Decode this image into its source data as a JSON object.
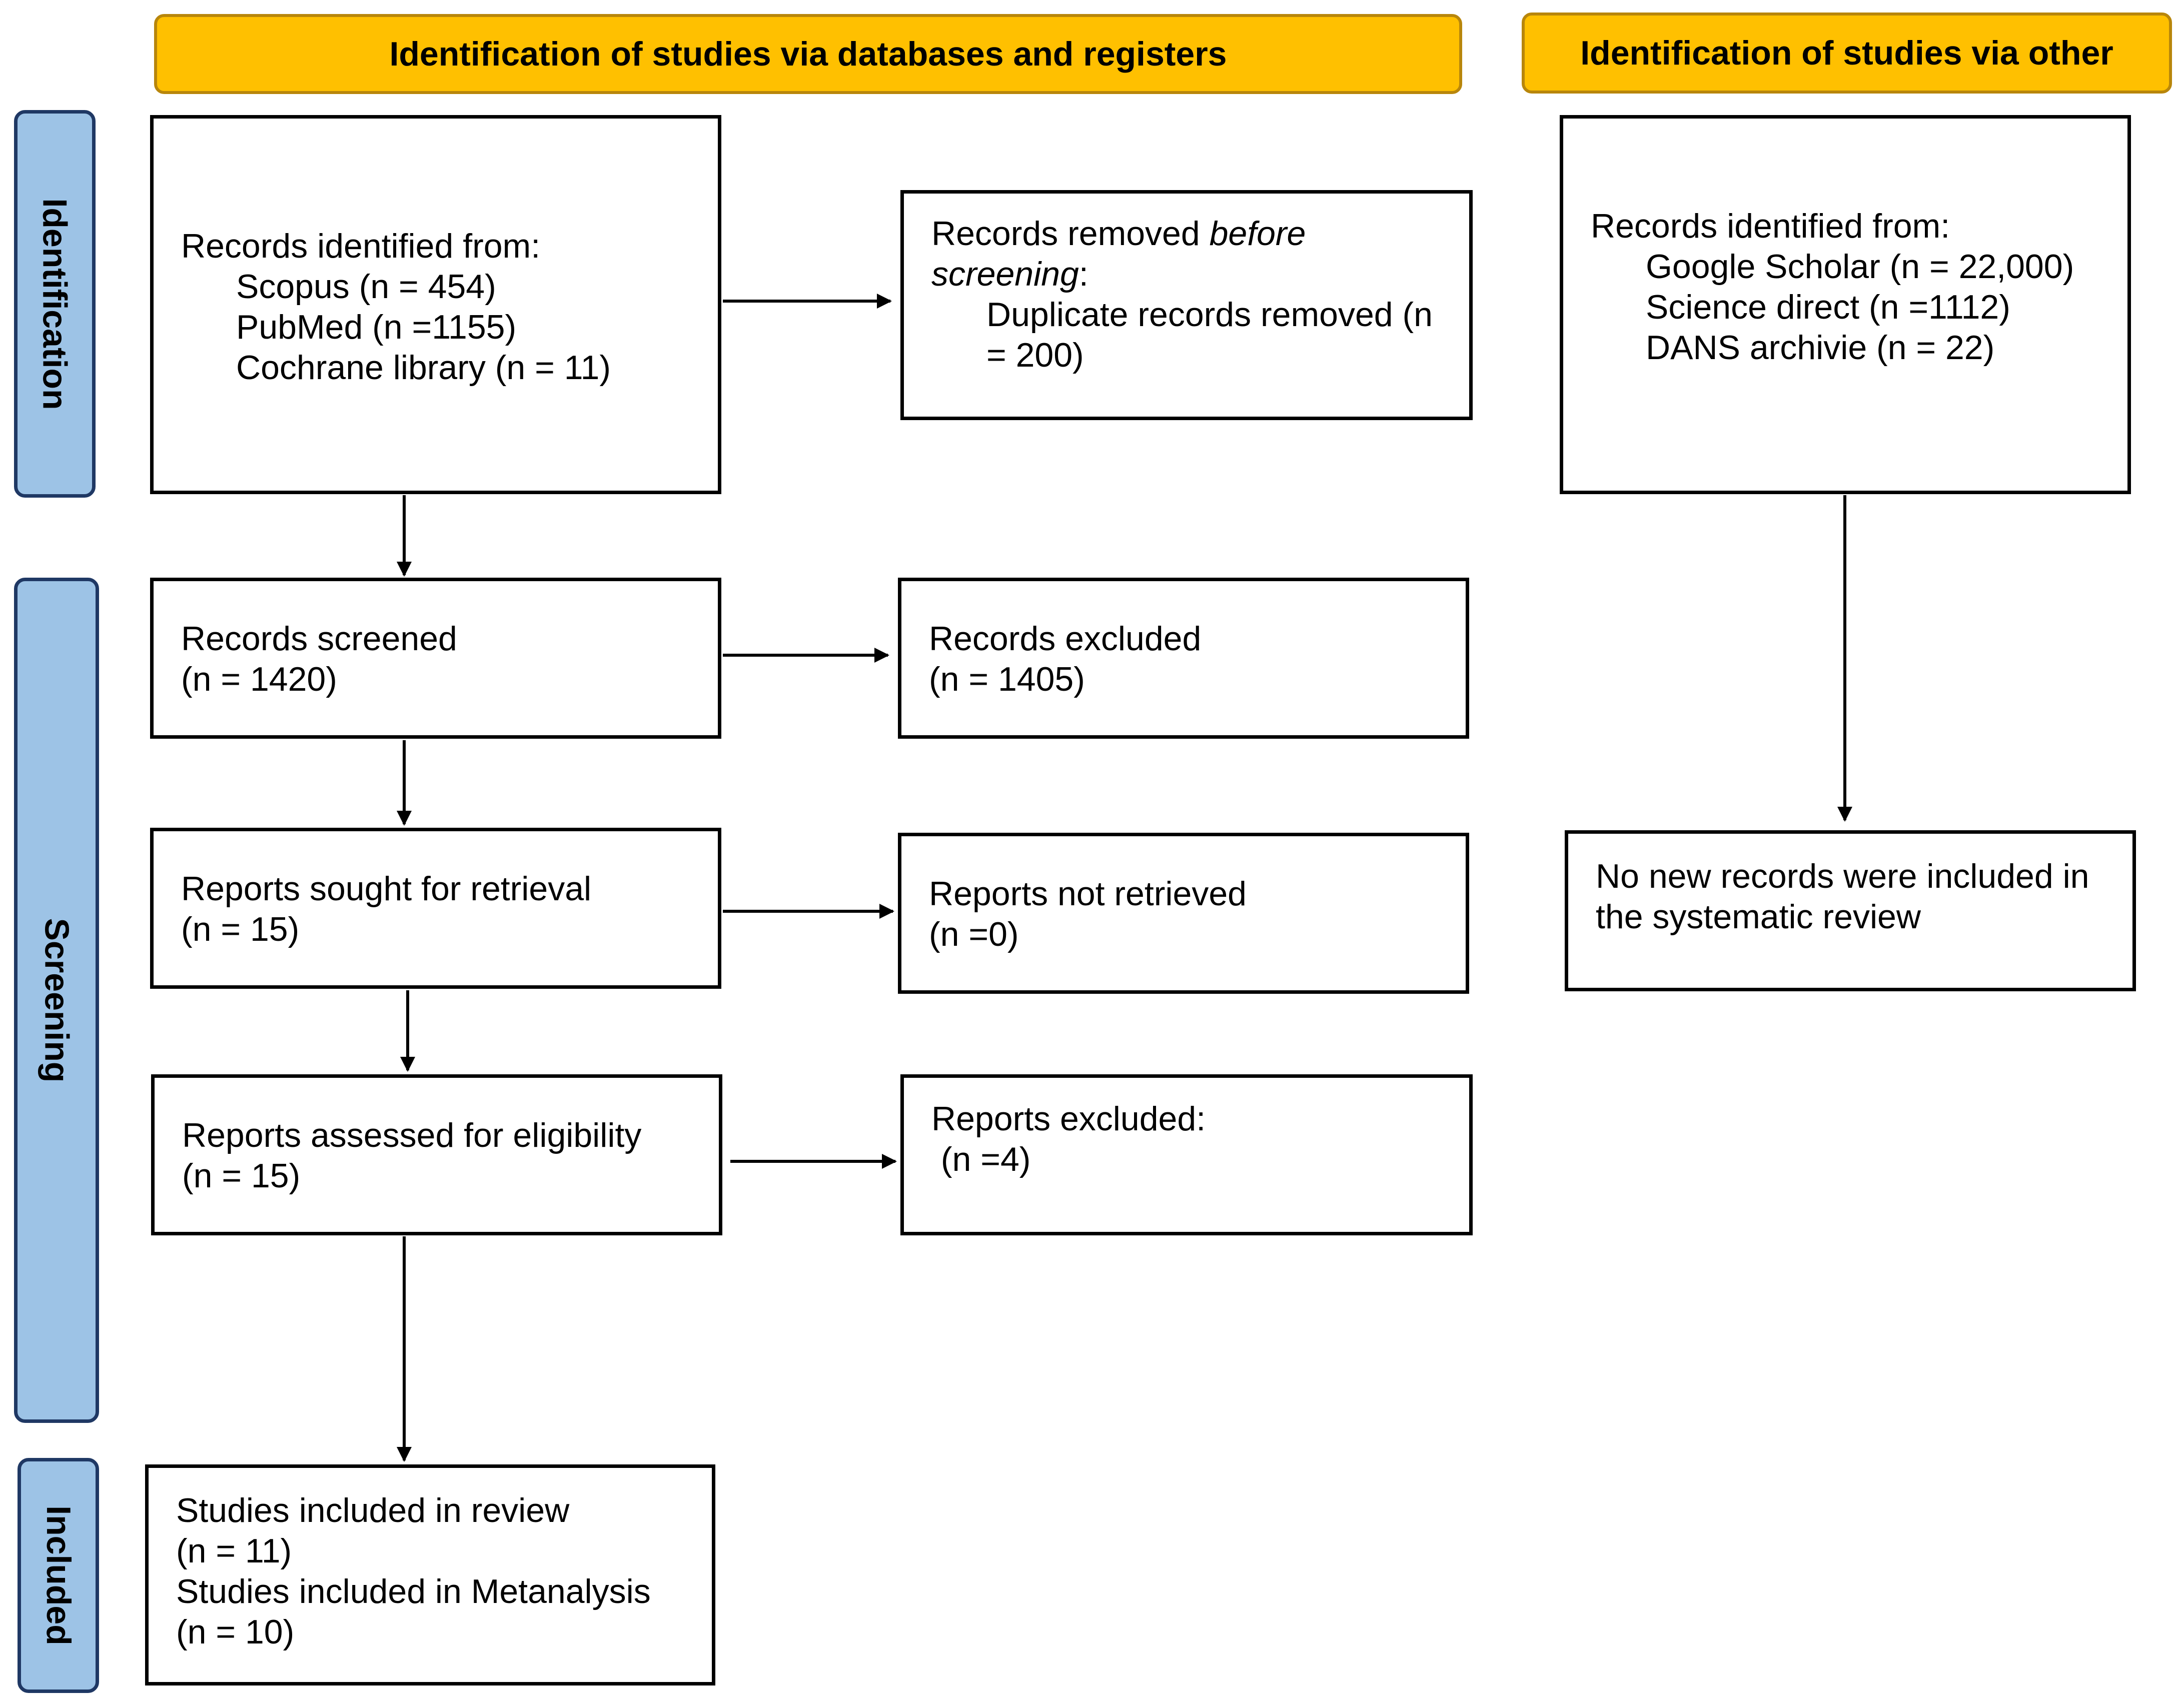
{
  "headers": {
    "databases": "Identification of studies via databases and registers",
    "other": "Identification of studies via other"
  },
  "phases": {
    "identification": "Identification",
    "screening": "Screening",
    "included": "Included"
  },
  "boxes": {
    "records_identified": {
      "heading": "Records identified from:",
      "items": [
        "Scopus (n = 454)",
        "PubMed (n =1155)",
        "Cochrane library (n = 11)"
      ]
    },
    "records_removed": {
      "heading_pre": "Records removed ",
      "heading_em1": "before",
      "heading_em2": "screening",
      "heading_post": ":",
      "item_line1": "Duplicate records removed (n",
      "item_line2": "= 200)"
    },
    "other_identified": {
      "heading": "Records identified from:",
      "items": [
        "Google Scholar (n = 22,000)",
        "Science direct (n =1112)",
        "DANS archivie (n = 22)"
      ]
    },
    "records_screened": {
      "label": "Records screened",
      "count": "(n = 1420)"
    },
    "records_excluded": {
      "label": "Records excluded",
      "count": "(n = 1405)"
    },
    "reports_sought": {
      "label": "Reports sought for retrieval",
      "count": "(n = 15)"
    },
    "reports_not_retrieved": {
      "label": "Reports not retrieved",
      "count": "(n =0)"
    },
    "no_new_records": {
      "line1": "No new records were included in",
      "line2": "the systematic review"
    },
    "reports_assessed": {
      "label": "Reports assessed for eligibility",
      "count": "(n = 15)"
    },
    "reports_excluded": {
      "label": "Reports excluded:",
      "count": " (n =4)"
    },
    "studies_included": {
      "review_label": "Studies included in review",
      "review_count": "(n = 11)",
      "meta_label": "Studies included in Metanalysis",
      "meta_count": "(n = 10)"
    }
  }
}
